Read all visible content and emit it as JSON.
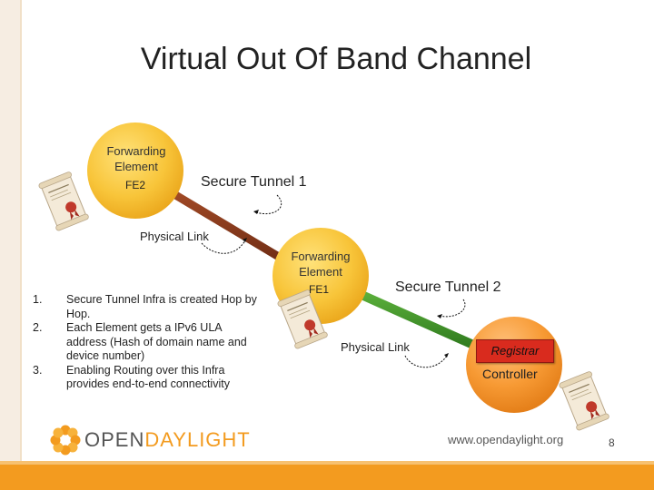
{
  "title": "Virtual Out Of Band Channel",
  "nodes": {
    "fe2": {
      "line1": "Forwarding",
      "line2": "Element",
      "id": "FE2"
    },
    "fe1": {
      "line1": "Forwarding",
      "line2": "Element",
      "id": "FE1"
    },
    "controller": {
      "label": "Controller",
      "badge": "Registrar"
    }
  },
  "links": {
    "tunnel1": "Secure Tunnel 1",
    "tunnel2": "Secure Tunnel 2",
    "physical1": "Physical Link",
    "physical2": "Physical Link"
  },
  "list": [
    {
      "num": "1.",
      "text": "Secure Tunnel Infra is created Hop by Hop."
    },
    {
      "num": "2.",
      "text": "Each Element gets a IPv6 ULA address (Hash of domain name and device number)"
    },
    {
      "num": "3.",
      "text": "Enabling Routing over this Infra provides end-to-end connectivity"
    }
  ],
  "footer": {
    "logo_part1": "OPEN",
    "logo_part2": "DAYLIGHT",
    "url": "www.opendaylight.org",
    "page_number": "8"
  },
  "colors": {
    "accent": "#f39b1f",
    "tunnel1": "#8b3a1e",
    "tunnel2": "#3f8f2a",
    "registrar": "#d92b1e"
  }
}
